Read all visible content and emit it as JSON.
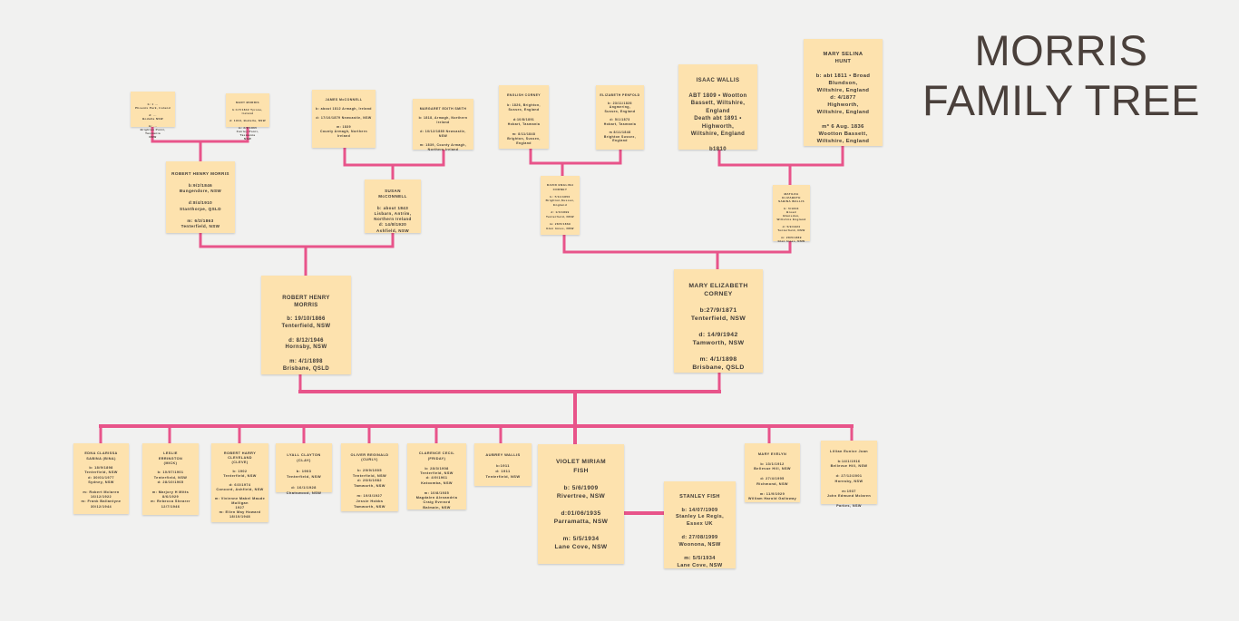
{
  "title": {
    "line1": "MORRIS",
    "line2": "FAMILY TREE"
  },
  "colors": {
    "background": "#f1f1f0",
    "card": "#fde2ae",
    "connector": "#e8548a",
    "text": "#3f3a36"
  },
  "great_grandparents": {
    "morris_father": {
      "name": "",
      "details": "b: 1 ...\nPhoenix Park, Ireland\n\nd: ...\nBodalla NSW\n\nm: ...\nBrighton Point, Tasmania\nNSW"
    },
    "morris_mother": {
      "name": "MARY MORRIS",
      "details": "b:1/7/1842 Tyrone, Ireland\n\nd: 1919, Bodalla, NSW\n\nm: 2/2/1865\nFairley Point, Tasmania\nNSW"
    },
    "mcconnell_father": {
      "name": "JAMES McCONNELL",
      "details": "b: about 1812 Armagh, Ireland\n\nd: 17/10/1879 Newcastle, NSW\n\nm: 1839\nCounty Armagh, Northern Ireland"
    },
    "mcconnell_mother": {
      "name": "MARGARET EDITH SMITH",
      "details": "b: 1818, Armagh, Northern Ireland\n\nd: 10/12/1885 Newcastle, NSW\n\nm: 1839, County Armagh, Northern Ireland"
    },
    "corney_father": {
      "name": "ENGLISH CORNEY",
      "details": "b: 1826, Brighton, Sussex, England\n\nd:10/8/1891\nHobart, Tasmania\n\nm: 8/11/1848\nBrighton, Sussex, England"
    },
    "corney_mother": {
      "name": "ELIZABETH PENFOLD",
      "details": "b: 23/11/1826\nAngmering,\nSussex, England\n\nd: 5/1/1873\nHobart, Tasmania\n\nm 8/11/1848\nBrighton Sussex,\nEngland"
    },
    "wallis_father": {
      "name": "ISAAC WALLIS",
      "details": "ABT 1809 • Wootton\nBassett, Wiltshire,\nEngland\nDeath abt 1891 •\nHighworth,\nWiltshire, England\n\nb1810"
    },
    "wallis_mother": {
      "name": "MARY SELINA\nHUNT",
      "details": "b: abt 1811 • Broad\nBlundson,\nWiltshire, England\nd: 4/1877\nHighworth,\nWiltshire, England\n\nm* 6 Aug. 1836\nWootton Bassett,\nWiltshire, England"
    }
  },
  "grandparents": {
    "robert_henry_sr": {
      "name": "ROBERT HENRY MORRIS",
      "details": "b:9/2/1846\nBungendore, NSW\n\nd:8/4/1910\nStanthorpe, QSLD\n\nm: 6/2/1863\nTenterfield, NSW"
    },
    "susan": {
      "name": "SUSAN\nMcCONNELL",
      "details": "b: about 1843\nLisbarn, Antrim,\nNorthern Ireland\nd: 14/8/1920\nAshfield, NSW"
    },
    "david_corney": {
      "name": "DAVID ENGLISH\nCORNEY",
      "details": "b: 7/11/1850\nBrighton,Sussex,\nEngland\n\nd: 1/3/1899\nTenterfield, NSW\n\nm: 28/5/1869\nGlen Innes, NSW"
    },
    "matilda": {
      "name": "MATILDA\nELIZABETH\nSABINA WALLIS",
      "details": "b: 5/1843\nBroad\nBlunsdon,\nWiltshire England\n\nd: 5/9/1924\nTenterfield, NSW\n\nm: 28/5/1869\nGlen Innes, NSW"
    }
  },
  "parents": {
    "robert_henry": {
      "name": "ROBERT HENRY\nMORRIS",
      "details": "b: 19/10/1866\nTenterfield, NSW\n\nd: 8/12/1946\nHornsby, NSW\n\nm: 4/1/1898\nBrisbane, QSLD"
    },
    "mary_elizabeth": {
      "name": "MARY ELIZABETH\nCORNEY",
      "details": "b:27/9/1871\nTenterfield, NSW\n\nd: 14/9/1942\nTamworth, NSW\n\nm: 4/1/1898\nBrisbane, QSLD"
    }
  },
  "children": [
    {
      "name": "EDNA CLARISSA\nSABINA (BINA)",
      "details": "b: 18/9/1898\nTenterfield, NSW\nd: 30/01/1977\nSydney, NSW\n\nm: Robert Mclaren\n16/12/1922\nm: Frank Ballantyne\n30/12/1944"
    },
    {
      "name": "LESLIE\nERRINGTON\n(MICK)",
      "details": "b: 10/07/1901\nTenterfield, NSW\nd: 28/10/1965\n\nm: Marjory H Mitts\n8/6/1929\nm: Rebecca Shearer\n12/7/1946"
    },
    {
      "name": "ROBERT HARRY\nCLEVELAND\n(CLEVE)",
      "details": "b: 1902\nTenterfield, NSW\n\nd: 6/3/1974\nConcord, Ashfield, NSW\n\nm: Vivienne Mabel Maude\nMulligan\n1927\nm: Ellen May Howard\n18/10/1948"
    },
    {
      "name": "LYALL CLAYTON\n(CLAY)",
      "details": "b: 1903\nTenterfield, NSW\n\nd: 16/1/1928\nChatswood, NSW"
    },
    {
      "name": "OLIVER REGINALD\n(CURLY)",
      "details": "b: 29/9/1905\nTenterfield, NSW\nd: 26/6/1982\nTamworth, NSW\n\nm: 19/3/1927\nJessie Hobbs\nTamworth, NSW"
    },
    {
      "name": "CLARENCE CECIL\n(FRIDAY)",
      "details": "b: 28/3/1908\nTenterfield, NSW\nd: 4/9/1961\nKatoomba, NSW\n\nm: 10/8/1935\nMagdalen Alexandria\nCraig Everard\nBalmain, NSW"
    },
    {
      "name": "AUBREY WALLIS",
      "details": "b:1911\nd: 1911\nTenterfield, NSW"
    },
    {
      "name": "VIOLET MIRIAM\nFISH",
      "details": "b: 5/6/1909\nRivertree, NSW\n\nd:01/06/1935\nParramatta, NSW\n\nm: 5/5/1934\nLane Cove, NSW"
    },
    {
      "name": "MARY EVELYN",
      "details": "b: 13/1/1912\nBellevue Hill, NSW\n\nd: 27/4/1995\nRichmond, NSW\n\nm: 11/9/1929\nWilliam Harold Galloway"
    },
    {
      "name": "Lillian Eunice Joan",
      "details": "b:14/1/1916\nBellevue Hill, NSW\n\nd: 27/12/2001\nHornsby, NSW\n\nm:1937\nJohn Edmund Mclaren\n\nParkes, NSW"
    }
  ],
  "spouse": {
    "name": "STANLEY FISH",
    "details": "b: 14/07/1909\nStanley Le Regis, Essex UK\n\nd: 27/08/1999\nWoonona, NSW\n\nm: 5/5/1934\nLane Cove, NSW"
  }
}
